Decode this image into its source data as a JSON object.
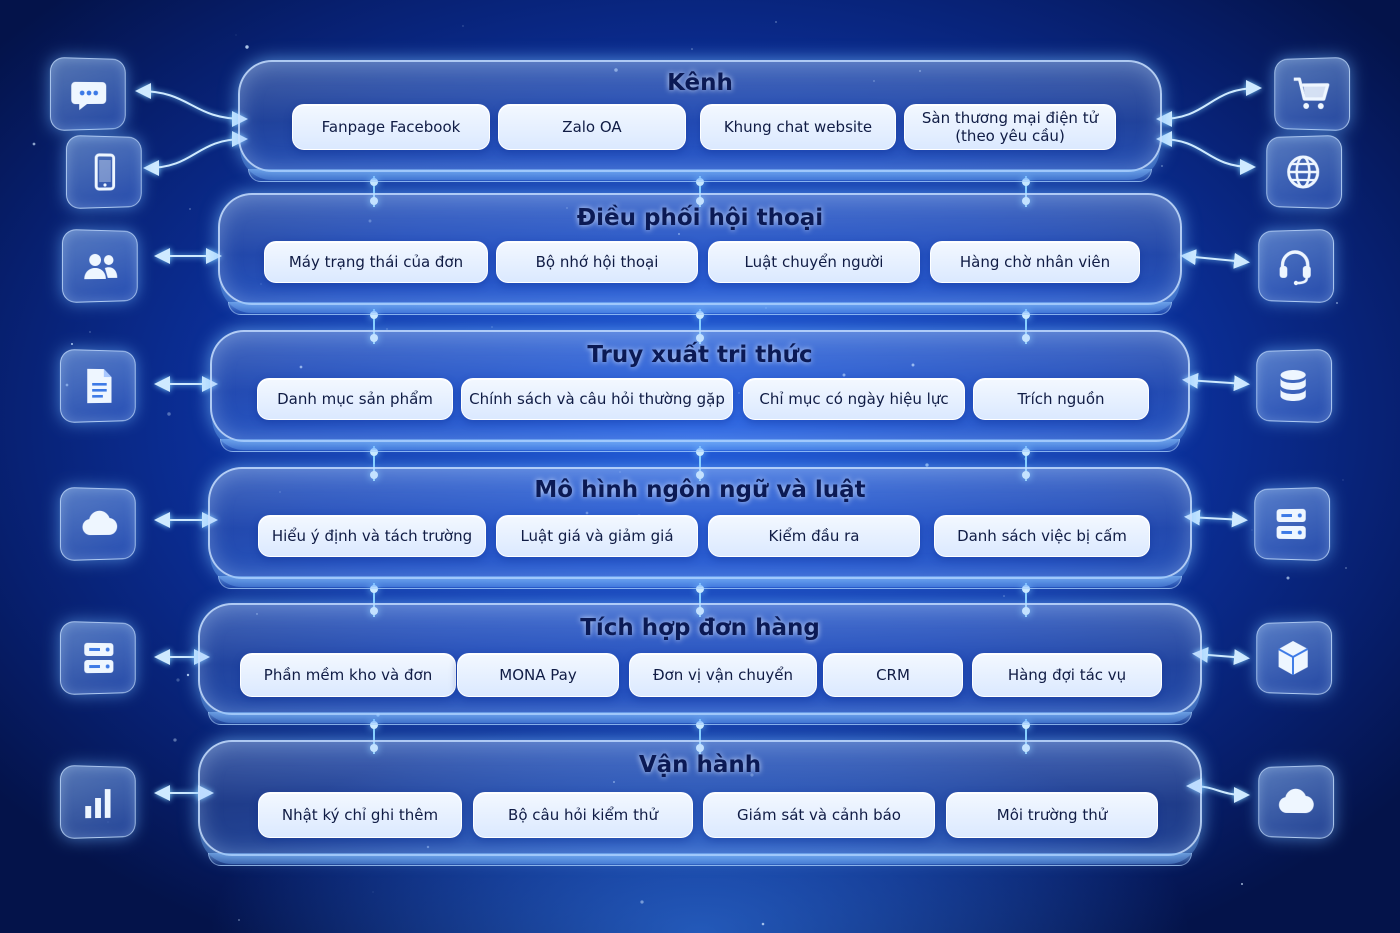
{
  "layers": [
    {
      "title": "Kênh",
      "items": [
        "Fanpage Facebook",
        "Zalo OA",
        "Khung chat website",
        "Sàn thương mại điện tử\n(theo yêu cầu)"
      ]
    },
    {
      "title": "Điều phối hội thoại",
      "items": [
        "Máy trạng thái của đơn",
        "Bộ nhớ hội thoại",
        "Luật chuyển người",
        "Hàng chờ nhân viên"
      ]
    },
    {
      "title": "Truy xuất tri thức",
      "items": [
        "Danh mục sản phẩm",
        "Chính sách và câu hỏi thường gặp",
        "Chỉ mục có ngày hiệu lực",
        "Trích nguồn"
      ]
    },
    {
      "title": "Mô hình ngôn ngữ và luật",
      "items": [
        "Hiểu ý định và tách trường",
        "Luật giá và giảm giá",
        "Kiểm đầu ra",
        "Danh sách việc bị cấm"
      ]
    },
    {
      "title": "Tích hợp đơn hàng",
      "items": [
        "Phần mềm kho và đơn",
        "MONA Pay",
        "Đơn vị vận chuyển",
        "CRM",
        "Hàng đợi tác vụ"
      ]
    },
    {
      "title": "Vận hành",
      "items": [
        "Nhật ký chỉ ghi thêm",
        "Bộ câu hỏi kiểm thử",
        "Giám sát và cảnh báo",
        "Môi trường thử"
      ]
    }
  ],
  "left_icons": [
    "chat-bubble-icon",
    "smartphone-icon",
    "users-icon",
    "document-icon",
    "cloud-icon",
    "server-icon",
    "bar-chart-icon"
  ],
  "right_icons": [
    "shopping-cart-icon",
    "globe-icon",
    "headset-icon",
    "database-icon",
    "server-icon",
    "cube-icon",
    "cloud-icon"
  ],
  "colors": {
    "background": "#0d35a8",
    "accent": "#6ec3ff",
    "chip_text": "#101c45",
    "title_text": "#0b1a55"
  }
}
